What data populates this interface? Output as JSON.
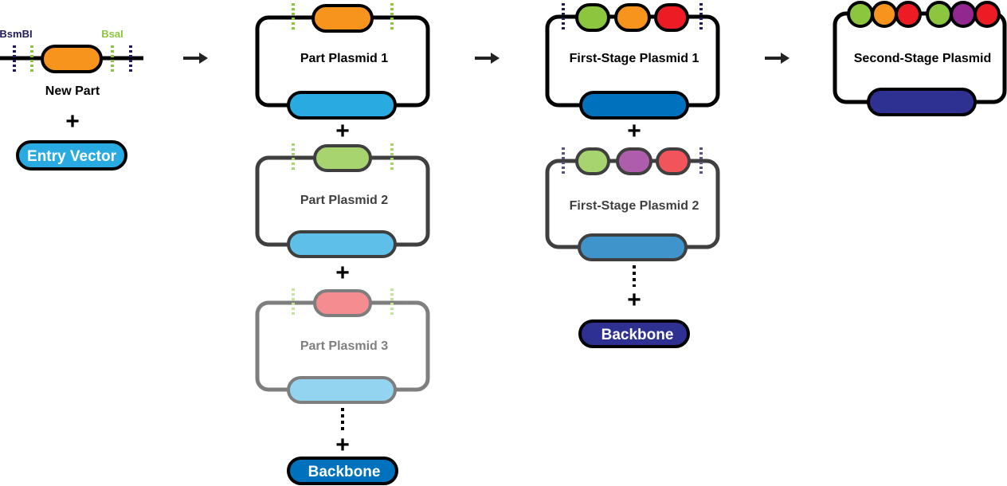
{
  "labels": {
    "bsmbi": "BsmBI",
    "bsai": "BsaI",
    "new_part": "New Part",
    "entry_vector": "Entry Vector",
    "plus": "+",
    "part_plasmid_1": "Part Plasmid 1",
    "part_plasmid_2": "Part Plasmid 2",
    "part_plasmid_3": "Part Plasmid 3",
    "backbone": "Backbone",
    "first_stage_1": "First-Stage Plasmid 1",
    "first_stage_2": "First-Stage Plasmid 2",
    "second_stage": "Second-Stage Plasmid"
  },
  "colors": {
    "outline": "#000000",
    "bsmbi_site": "#1f1a5a",
    "bsai_site": "#8cc63f",
    "part_orange": "#f7941d",
    "part_green": "#8cc63f",
    "part_red": "#ed1c24",
    "part_purple": "#92278f",
    "entry_vector_blue": "#29abe2",
    "stage1_backbone_blue": "#0071bc",
    "stage2_backbone_navy": "#2e3192"
  }
}
